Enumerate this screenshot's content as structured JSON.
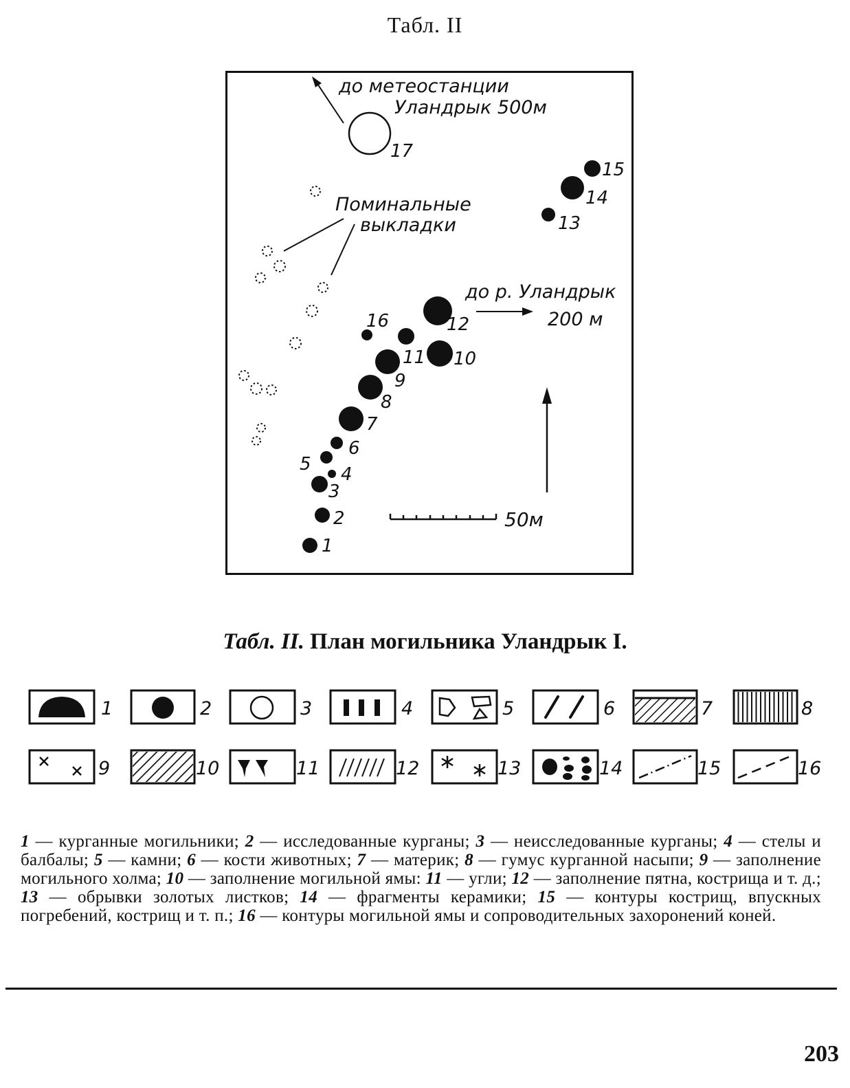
{
  "header": {
    "label": "Табл. II"
  },
  "plan": {
    "direction_1": [
      "до метеостанции",
      "Уландрык 500м"
    ],
    "direction_2": [
      "до р. Уландрык",
      "200 м"
    ],
    "memorial_label": [
      "Поминальные",
      "выкладки"
    ],
    "scale_label": "50м",
    "mound_numbers": [
      "1",
      "2",
      "3",
      "4",
      "5",
      "6",
      "7",
      "8",
      "9",
      "10",
      "11",
      "12",
      "13",
      "14",
      "15",
      "16",
      "17"
    ]
  },
  "caption": {
    "prefix": "Табл. II.",
    "text": "План могильника Уландрык I."
  },
  "legend": {
    "numbers": [
      "1",
      "2",
      "3",
      "4",
      "5",
      "6",
      "7",
      "8",
      "9",
      "10",
      "11",
      "12",
      "13",
      "14",
      "15",
      "16"
    ],
    "items": [
      {
        "n": "1",
        "text": "курганные могильники;"
      },
      {
        "n": "2",
        "text": "исследованные курганы;"
      },
      {
        "n": "3",
        "text": "неисследованные курганы;"
      },
      {
        "n": "4",
        "text": "стелы и балбалы;"
      },
      {
        "n": "5",
        "text": "камни;"
      },
      {
        "n": "6",
        "text": "кости животных;"
      },
      {
        "n": "7",
        "text": "материк;"
      },
      {
        "n": "8",
        "text": "гумус курганной насыпи;"
      },
      {
        "n": "9",
        "text": "заполнение могильного холма;"
      },
      {
        "n": "10",
        "text": "заполнение могильной ямы:"
      },
      {
        "n": "11",
        "text": "угли;"
      },
      {
        "n": "12",
        "text": "заполнение пятна, кострища и т. д.;"
      },
      {
        "n": "13",
        "text": "обрывки золотых листков;"
      },
      {
        "n": "14",
        "text": "фрагменты керамики;"
      },
      {
        "n": "15",
        "text": "контуры кострищ, впускных погребений, кострищ и т. п.;"
      },
      {
        "n": "16",
        "text": "контуры могильной ямы и сопроводительных захоронений коней."
      }
    ]
  },
  "page_number": "203"
}
